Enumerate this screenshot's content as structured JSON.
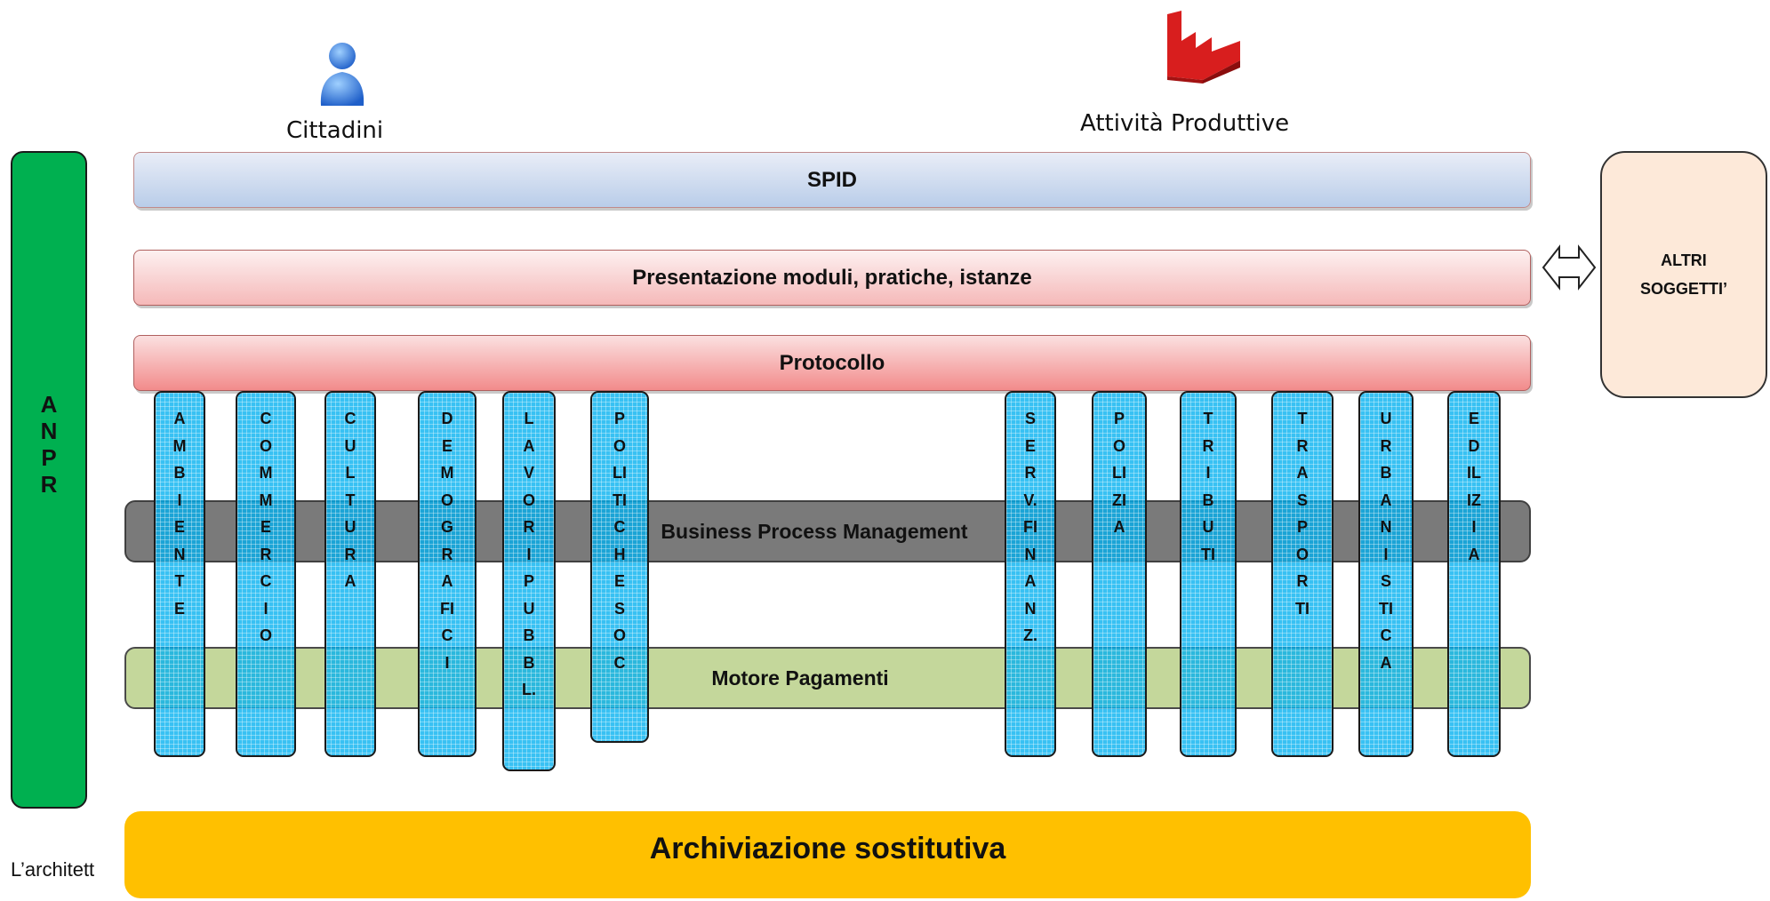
{
  "actors": {
    "citizens": {
      "label": "Cittadini",
      "icon": "user-icon"
    },
    "businesses": {
      "label": "Attività Produttive",
      "icon": "factory-icon"
    }
  },
  "layers": {
    "spid": "SPID",
    "presentation": "Presentazione moduli, pratiche, istanze",
    "protocol": "Protocollo",
    "bpm": "Business Process Management",
    "payments": "Motore Pagamenti",
    "archive": "Archiviazione sostitutiva"
  },
  "anpr": "ANPR",
  "altri": {
    "line1": "ALTRI",
    "line2": "SOGGETTI’"
  },
  "columns": [
    "AMBIENTE",
    "COMMERCIO",
    "CULTURA",
    "DEMOGRAFICI",
    "LAVORIPUBBL.",
    "POLITICHESOC",
    "SERV.FINANZ.",
    "POLIZIA",
    "TRIBUTI",
    "TRASPORTI",
    "URBANISTICA",
    "EDILIZIA"
  ],
  "footer": "L’architett",
  "colors": {
    "anpr": "#00b050",
    "columns": "#00b0f0",
    "archive": "#ffc000",
    "payments": "#c4d79b",
    "bpm": "#7a7a7a"
  }
}
